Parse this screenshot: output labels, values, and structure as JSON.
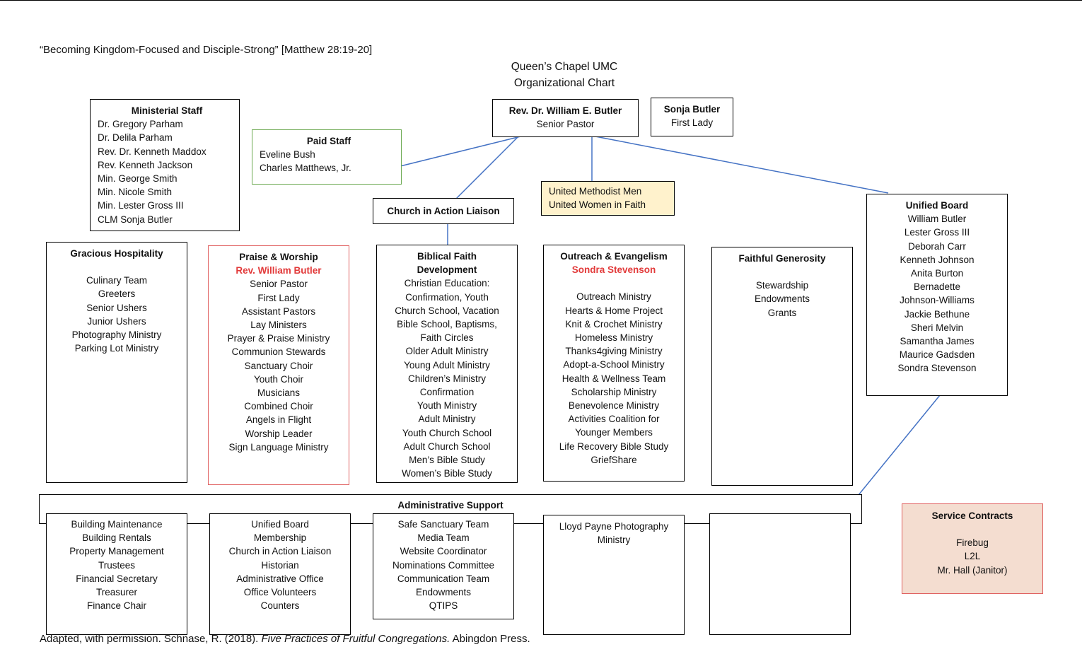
{
  "motto": "“Becoming Kingdom-Focused and Disciple-Strong” [Matthew 28:19-20]",
  "title": {
    "line1": "Queen’s Chapel UMC",
    "line2": "Organizational Chart"
  },
  "pastor": {
    "name": "Rev. Dr. William E. Butler",
    "role": "Senior Pastor"
  },
  "first_lady": {
    "name": "Sonja Butler",
    "role": "First Lady"
  },
  "ministerial_staff": {
    "heading": "Ministerial Staff",
    "items": [
      "Dr. Gregory Parham",
      "Dr. Delila Parham",
      "Rev. Dr. Kenneth Maddox",
      "Rev. Kenneth Jackson",
      "Min. George Smith",
      "Min. Nicole Smith",
      "Min. Lester Gross III",
      "CLM Sonja Butler"
    ]
  },
  "paid_staff": {
    "heading": "Paid Staff",
    "items": [
      "Eveline Bush",
      "Charles Matthews, Jr."
    ]
  },
  "church_in_action": {
    "label": "Church in Action Liaison"
  },
  "men_women": {
    "items": [
      "United Methodist Men",
      "United Women in Faith"
    ]
  },
  "unified_board": {
    "heading": "Unified Board",
    "items": [
      "William Butler",
      "Lester Gross III",
      "Deborah Carr",
      "Kenneth Johnson",
      "Anita Burton",
      "Bernadette",
      "Johnson-Williams",
      "Jackie Bethune",
      "Sheri Melvin",
      "Samantha James",
      "Maurice Gadsden",
      "Sondra Stevenson"
    ]
  },
  "gracious_hospitality": {
    "heading": "Gracious Hospitality",
    "items": [
      "Culinary Team",
      "Greeters",
      "Senior Ushers",
      "Junior Ushers",
      "Photography Ministry",
      "Parking Lot Ministry"
    ]
  },
  "praise_worship": {
    "heading": "Praise & Worship",
    "leader": "Rev. William Butler",
    "items": [
      "Senior Pastor",
      "First Lady",
      "Assistant Pastors",
      "Lay Ministers",
      "Prayer & Praise Ministry",
      "Communion Stewards",
      "Sanctuary Choir",
      "Youth Choir",
      "Musicians",
      "Combined Choir",
      "Angels in Flight",
      "Worship Leader",
      "Sign Language Ministry"
    ]
  },
  "biblical_faith": {
    "heading1": "Biblical Faith",
    "heading2": "Development",
    "items": [
      "Christian Education:",
      "Confirmation, Youth",
      "Church School, Vacation",
      "Bible School, Baptisms,",
      "Faith Circles",
      "Older Adult Ministry",
      "Young Adult Ministry",
      "Children’s Ministry",
      "Confirmation",
      "Youth Ministry",
      "Adult Ministry",
      "Youth Church School",
      "Adult Church School",
      "Men’s Bible Study",
      "Women’s Bible Study"
    ]
  },
  "outreach": {
    "heading": "Outreach & Evangelism",
    "leader": "Sondra Stevenson",
    "items": [
      "Outreach Ministry",
      "Hearts & Home Project",
      "Knit & Crochet Ministry",
      "Homeless Ministry",
      "Thanks4giving Ministry",
      "Adopt-a-School Ministry",
      "Health & Wellness Team",
      "Scholarship Ministry",
      "Benevolence Ministry",
      "Activities Coalition for",
      "Younger Members",
      "Life Recovery Bible Study",
      "GriefShare"
    ]
  },
  "generosity": {
    "heading": "Faithful Generosity",
    "items": [
      "Stewardship",
      "Endowments",
      "Grants"
    ]
  },
  "admin": {
    "heading": "Administrative Support",
    "col1": [
      "Building Maintenance",
      "Building Rentals",
      "Property Management",
      "Trustees",
      "Financial Secretary",
      "Treasurer",
      "Finance Chair"
    ],
    "col2": [
      "Unified Board",
      "Membership",
      "Church in Action Liaison",
      "Historian",
      "Administrative Office",
      "Office Volunteers",
      "Counters"
    ],
    "col3": [
      "Safe Sanctuary Team",
      "Media Team",
      "Website Coordinator",
      "Nominations Committee",
      "Communication Team",
      "Endowments",
      "QTIPS"
    ],
    "col4": [
      "Lloyd Payne Photography",
      "Ministry"
    ]
  },
  "service_contracts": {
    "heading": "Service Contracts",
    "items": [
      "Firebug",
      "L2L",
      "Mr. Hall (Janitor)"
    ]
  },
  "credit": {
    "prefix": "Adapted, with permission. Schnase, R. (2018). ",
    "book": "Five Practices of Fruitful Congregations.",
    "suffix": " Abingdon Press."
  },
  "colors": {
    "connector": "#4472c4",
    "green_border": "#6aa84f",
    "red_text": "#e23a3a",
    "cream_fill": "#fff2cc",
    "peach_fill": "#f4ddd0"
  }
}
